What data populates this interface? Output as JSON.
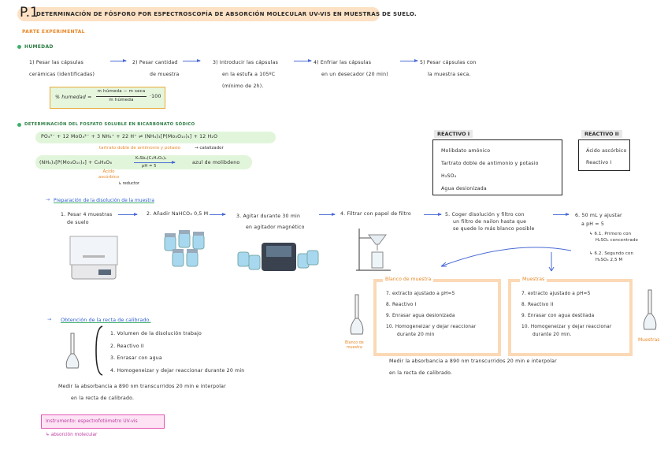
{
  "title": {
    "num": "P.1",
    "text": "DETERMINACIÓN DE FÓSFORO POR ESPECTROSCOPÍA DE ABSORCIÓN MOLECULAR UV-VIS EN MUESTRAS DE SUELO."
  },
  "parte": "PARTE EXPERIMENTAL",
  "humedad": {
    "heading": "HUMEDAD",
    "steps": [
      [
        "1) Pesar las cápsulas",
        "cerámicas (identificadas)"
      ],
      [
        "2) Pesar cantidad",
        "de muestra"
      ],
      [
        "3) Introducir las cápsulas",
        "en la estufa a 105ºC",
        "(mínimo de 2h)."
      ],
      [
        "4) Enfriar las cápsulas",
        "en un desecador (20 min)"
      ],
      [
        "5) Pesar cápsulas con",
        "la muestra seca."
      ]
    ],
    "formula_lhs": "% humedad =",
    "formula_num": "m húmeda − m seca",
    "formula_den": "m húmeda",
    "formula_tail": "·100"
  },
  "fosfato": {
    "heading": "DETERMINACIÓN DEL FOSFATO SOLUBLE EN BICARBONATO SÓDICO",
    "eq1": "PO₄³⁻ + 12 MoO₄²⁻ + 3 NH₄⁺ + 22 H⁺ ⇌ (NH₄)₃[P(Mo₃O₁₀)₄] + 12 H₂O",
    "tartrato": "tartrato doble de antimonio y potasio",
    "catalizador": "→ catalizador",
    "eq2_left": "(NH₄)₃[P(Mo₃O₁₀)₄] + C₆H₈O₆",
    "eq2_arrow_top": "K₂Sb₂(C₄H₂O₆)₂",
    "eq2_arrow_bottom": "pH = 5",
    "eq2_right": "azul de molibdeno",
    "acido": "Ácido ascórbico",
    "reductor": "↳ reductor"
  },
  "reactivo1": {
    "title": "REACTIVO I",
    "items": [
      "Molibdato amónico",
      "Tartrato doble de antimonio y potasio",
      "H₂SO₄",
      "Agua desionizada"
    ]
  },
  "reactivo2": {
    "title": "REACTIVO II",
    "items": [
      "Ácido ascórbico",
      "Reactivo I"
    ]
  },
  "prep": {
    "heading": "Preparación de la disolución de la muestra",
    "steps": [
      [
        "1. Pesar 4 muestras",
        "de suelo"
      ],
      [
        "2. Añadir NaHCO₃ 0,5 M"
      ],
      [
        "3. Agitar durante 30 min",
        "en agitador magnético"
      ],
      [
        "4. Filtrar con papel de filtro"
      ],
      [
        "5. Coger disolución y filtro con",
        "un filtro de nailon hasta que",
        "se quede lo más blanco posible"
      ],
      [
        "6. 50 mL y ajustar",
        "a pH = 5"
      ]
    ],
    "sub61": [
      "6.1. Primero con",
      "H₂SO₄ concentrado"
    ],
    "sub62": [
      "6.2. Segundo con",
      "H₂SO₄ 2,5 M"
    ]
  },
  "blanco": {
    "title": "Blanco de muestra",
    "items": [
      "7. extracto ajustado a pH=5",
      "8. Reactivo I",
      "9. Enrasar agua desionizada",
      "10. Homogeneizar y dejar reaccionar",
      "durante 20 min"
    ],
    "flask_label": [
      "Blanco de",
      "muestra"
    ]
  },
  "muestras": {
    "title": "Muestras",
    "items": [
      "7. extracto ajustado a pH=5",
      "8. Reactivo II",
      "9. Enrasar con agua destilada",
      "10. Homogeneizar y dejar reaccionar",
      "durante 20 min."
    ],
    "flask_label": "Muestras"
  },
  "medir_right": [
    "Medir la absorbancia a 890 nm transcurridos 20 min e interpolar",
    "en la recta de calibrado."
  ],
  "calibrado": {
    "heading": "Obtención de la recta de calibrado.",
    "items": [
      "1. Volumen de la disolución trabajo",
      "2. Reactivo II",
      "3. Enrasar con agua",
      "4. Homogeneizar y dejar reaccionar durante 20 min"
    ],
    "medir": [
      "Medir la absorbancia a 890 nm transcurridos 20 min e interpolar",
      "en la recta de calibrado."
    ]
  },
  "instrumento": {
    "label": "Instrumento: espectrofotómetro UV-vis",
    "sub": "↳ absorción molecular"
  },
  "colors": {
    "accent_orange": "#e8892b",
    "green": "#3fb06a",
    "blue": "#4a6bd4",
    "pink": "#e456b4",
    "peach": "#fde1c4"
  }
}
